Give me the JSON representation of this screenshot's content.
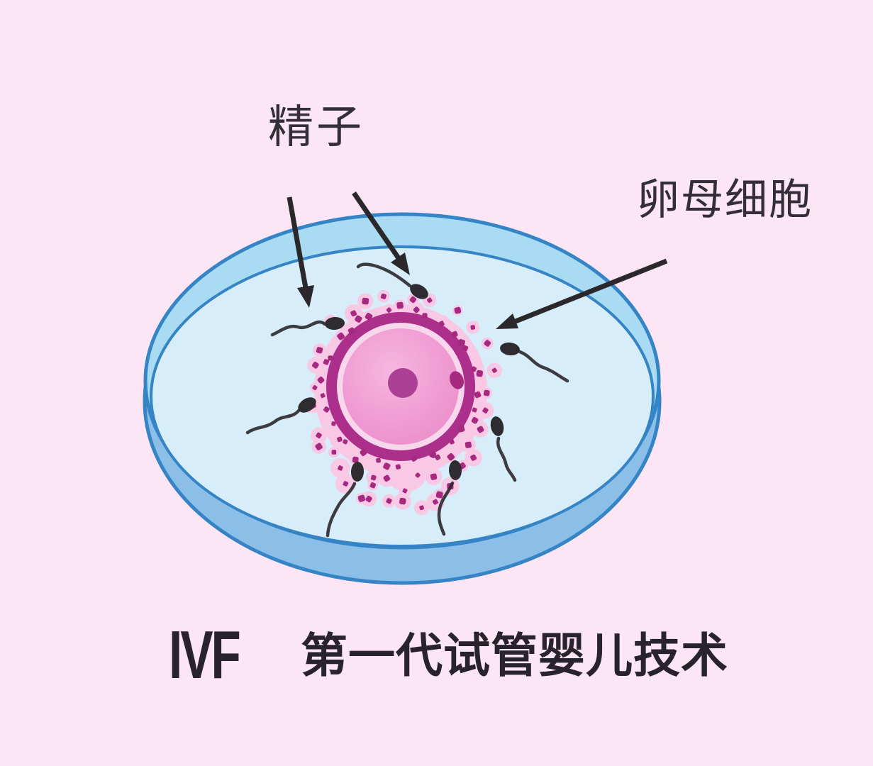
{
  "scene": {
    "description": "IVF petri dish illustration with oocyte surrounded by sperm",
    "labels": {
      "sperm": "精子",
      "oocyte": "卵母细胞"
    },
    "caption": {
      "acronym": "IVF",
      "subtitle": "第一代试管婴儿技术"
    },
    "sperm_count": 7,
    "arrow_count": 3
  },
  "colors": {
    "background": "#FCE6F6",
    "text": "#332E38",
    "caption_text": "#29242B",
    "dish_stroke": "#3584C6",
    "dish_rim": "#A9DBF2",
    "dish_inner": "#D7EDFA",
    "dish_side": "#8BBFE7",
    "corona_pink": "#F8C8E4",
    "corona_dot": "#A62980",
    "zona": "#AC2F8C",
    "egg_rim": "#F8D7EC",
    "nucleus": "#AB4095",
    "sperm": "#2E2B31",
    "arrow": "#2A282B"
  }
}
